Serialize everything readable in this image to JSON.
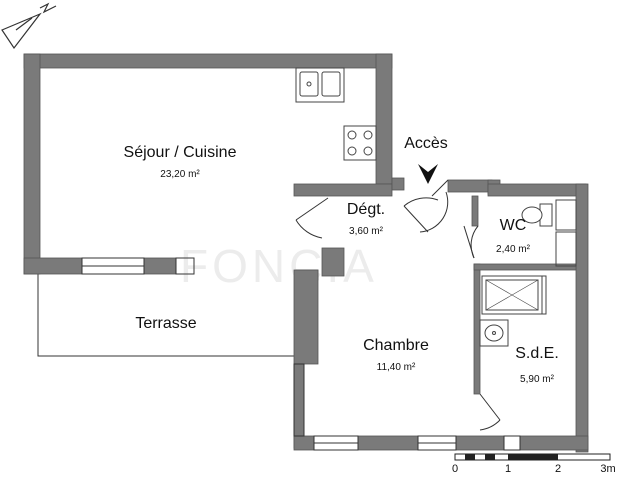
{
  "colors": {
    "wall": "#777777",
    "wall_dark": "#555555",
    "line": "#333333",
    "fixture": "#444444"
  },
  "rooms": {
    "sejour": {
      "name": "Séjour / Cuisine",
      "area": "23,20 m²"
    },
    "degt": {
      "name": "Dégt.",
      "area": "3,60 m²"
    },
    "wc": {
      "name": "WC",
      "area": "2,40 m²"
    },
    "chambre": {
      "name": "Chambre",
      "area": "11,40 m²"
    },
    "sde": {
      "name": "S.d.E.",
      "area": "5,90 m²"
    },
    "terrasse": {
      "name": "Terrasse"
    }
  },
  "acces": {
    "label": "Accès"
  },
  "watermark": {
    "text": "FONCIA"
  },
  "scale_bar": {
    "ticks": [
      "0",
      "1",
      "2",
      "3m"
    ]
  },
  "icons": {
    "north": "north-arrow-icon",
    "entrance": "entrance-arrow-icon",
    "sink": "kitchen-sink-icon",
    "hob": "cooktop-icon",
    "shower": "shower-icon",
    "toilet": "toilet-icon",
    "basin": "washbasin-icon"
  }
}
